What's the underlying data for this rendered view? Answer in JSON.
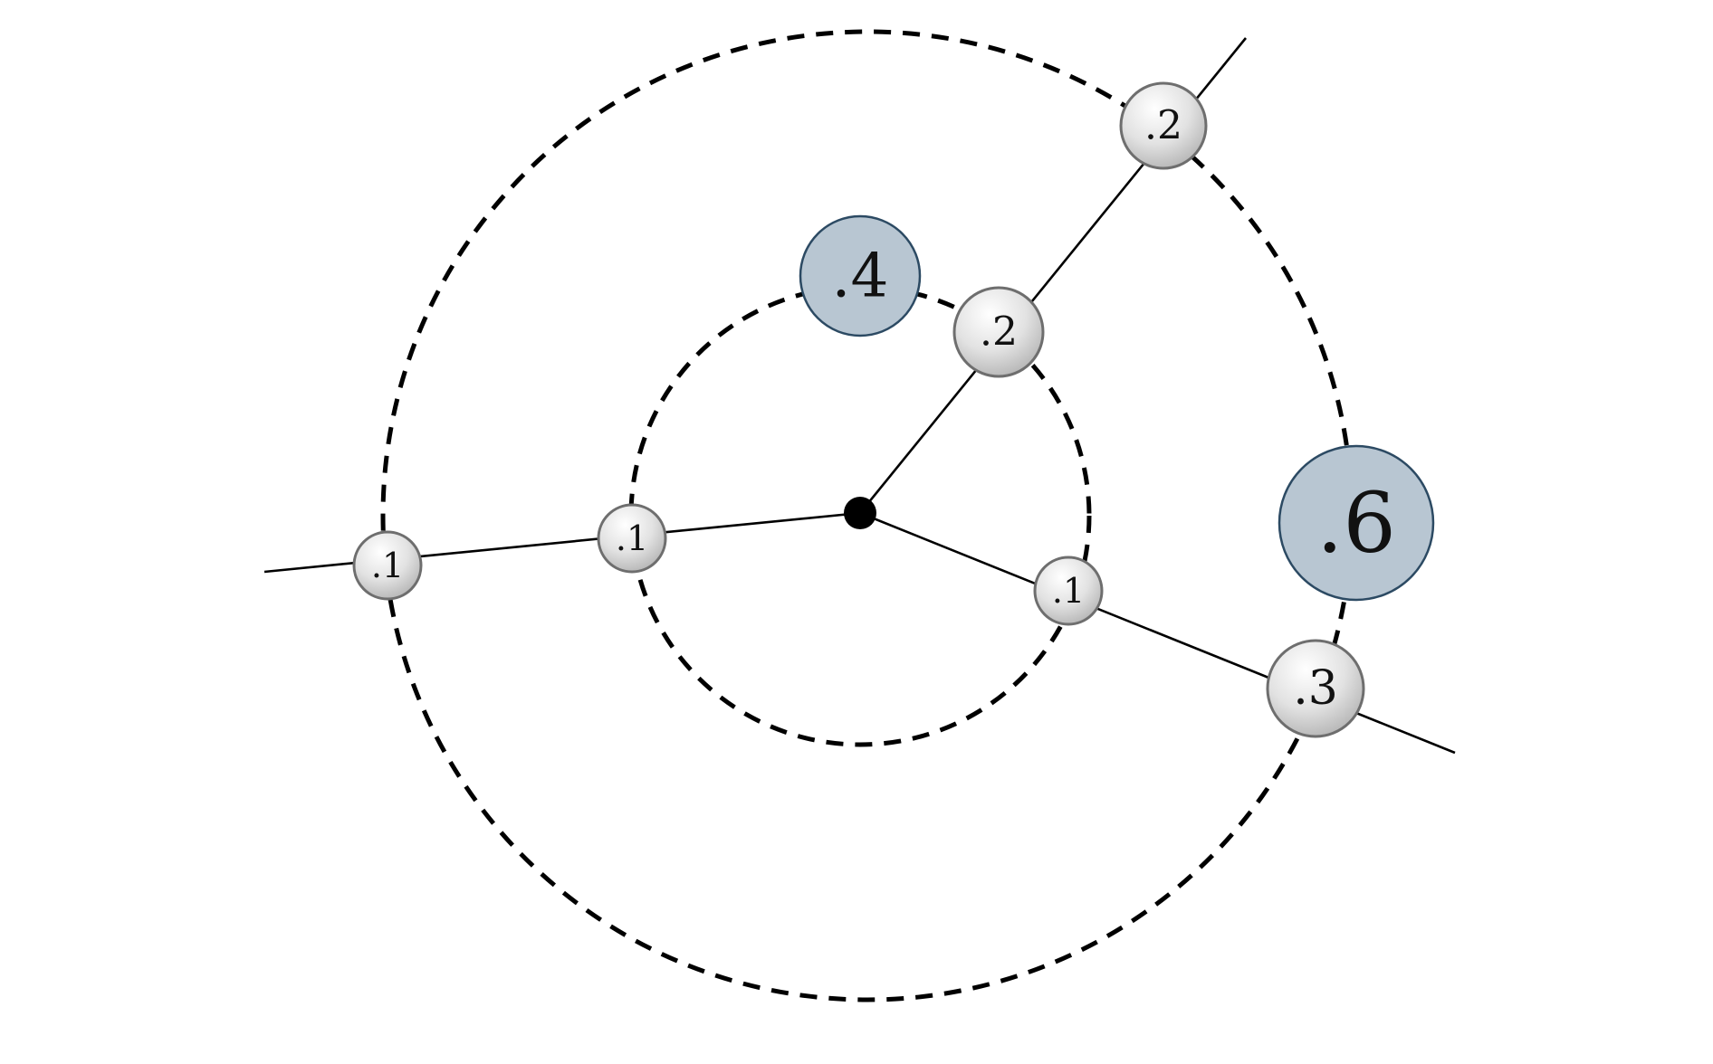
{
  "diagram": {
    "inner_ring_weight": ".4",
    "outer_ring_weight": ".6",
    "left_ray": {
      "inner_node": ".1",
      "outer_node": ".1"
    },
    "upper_ray": {
      "inner_node": ".2",
      "outer_node": ".2"
    },
    "lower_ray": {
      "inner_node": ".1",
      "outer_node": ".3"
    },
    "colors": {
      "ring_weight_fill": "#b8c6d2",
      "ring_weight_stroke": "#2c4a63",
      "node_fill": "#d9d9d9",
      "node_stroke": "#6e6e6e",
      "line": "#000000"
    }
  }
}
